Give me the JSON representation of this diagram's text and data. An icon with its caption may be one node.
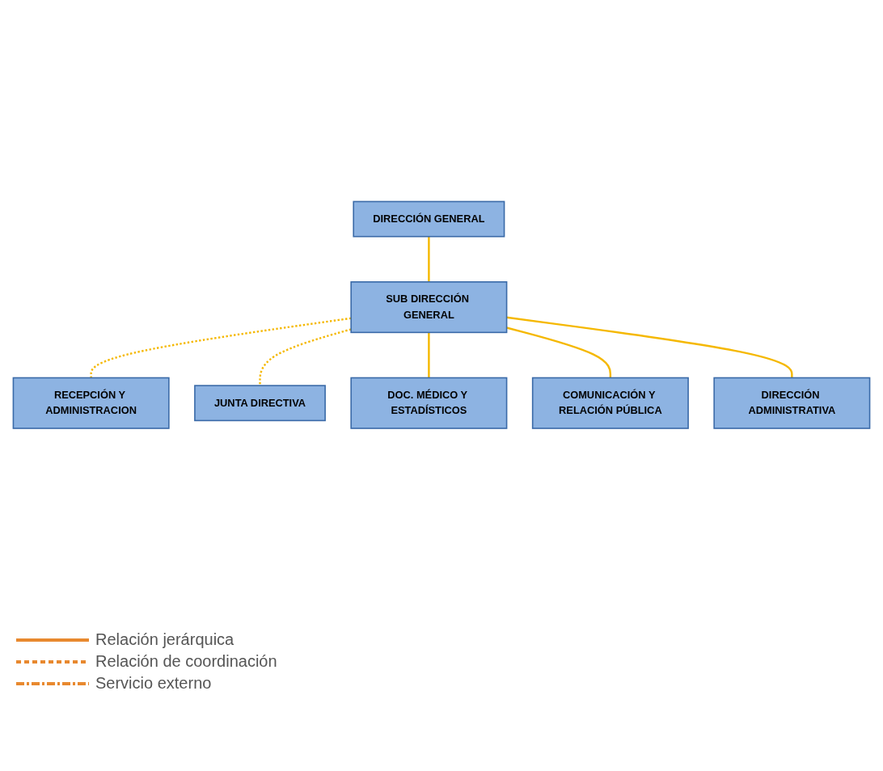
{
  "diagram": {
    "nodes": [
      {
        "text": [
          "DIRECCIÓN GENERAL"
        ]
      },
      {
        "text": [
          "SUB DIRECCIÓN GENERAL"
        ]
      },
      {
        "text": [
          "RECEPCIÓN Y ADMINISTRACION"
        ]
      },
      {
        "text": [
          "JUNTA DIRECTIVA"
        ]
      },
      {
        "text": [
          "DOC. MÉDICO Y ESTADÍSTICOS"
        ]
      },
      {
        "text": [
          "COMUNICACIÓN Y RELACIÓN PÚBLICA"
        ]
      },
      {
        "text": [
          "DIRECCIÓN ADMINISTRATIVA"
        ]
      }
    ],
    "edges": [
      {
        "from": 0,
        "to": 1,
        "arrow": "none"
      },
      {
        "from": 1,
        "to": 2,
        "arrow": "none",
        "style": "dashed"
      },
      {
        "from": 1,
        "to": 3,
        "arrow": "none",
        "style": "dashed"
      },
      {
        "from": 1,
        "to": 4,
        "arrow": "none"
      },
      {
        "from": 1,
        "to": 5,
        "arrow": "none"
      },
      {
        "from": 1,
        "to": 6,
        "arrow": "none"
      }
    ],
    "legend": [
      {
        "text": "Relación jerárquica"
      },
      {
        "text": "Relación de coordinación"
      },
      {
        "text": "Servicio externo"
      }
    ]
  }
}
